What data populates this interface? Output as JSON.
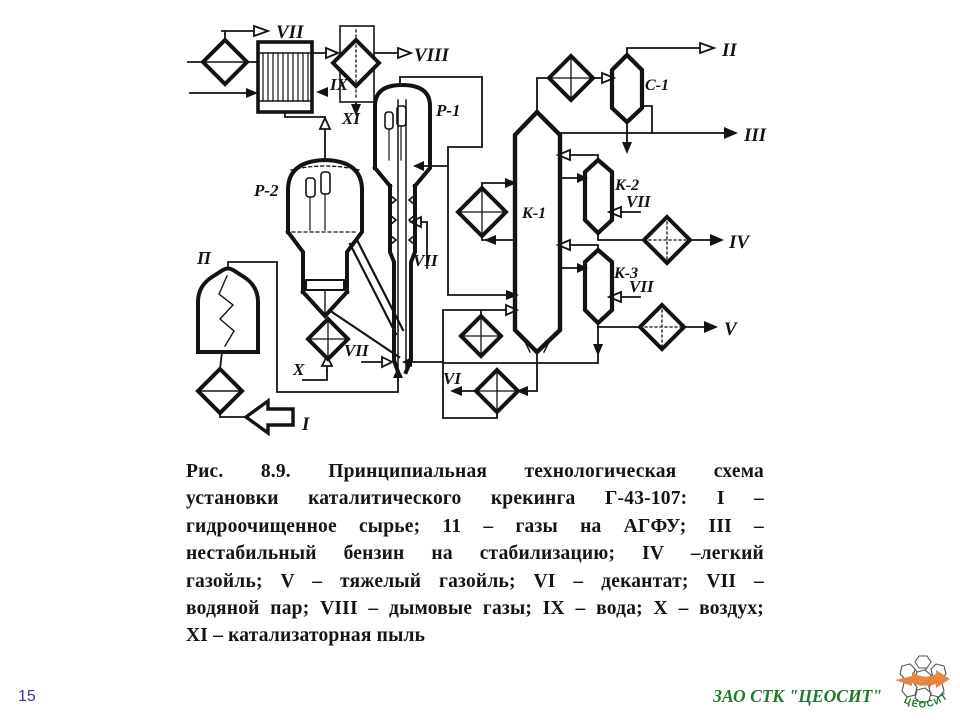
{
  "slide": {
    "page_number": "15",
    "footer": "ЗАО СТК \"ЦЕОСИТ\"",
    "logo_text": "ЦЕОСИТ"
  },
  "colors": {
    "ink": "#131313",
    "page_number_blue": "#2b3da0",
    "footer_green": "#1c7a2e",
    "logo_orange": "#e8823b"
  },
  "diagram": {
    "labels": {
      "vii_top": "VII",
      "viii": "VIII",
      "ix": "IX",
      "xi": "XI",
      "r1": "Р-1",
      "r2": "Р-2",
      "furnace": "П",
      "x_air": "X",
      "vii_riser": "VII",
      "i_feed": "I",
      "vii_p1": "VII",
      "k1": "К-1",
      "c1": "С-1",
      "k2": "К-2",
      "k3": "К-3",
      "vii_k2": "VII",
      "vii_k3": "VII",
      "ii": "II",
      "iii": "III",
      "iv": "IV",
      "v": "V",
      "vi": "VI"
    }
  },
  "caption": {
    "lines": [
      "Рис. 8.9. Принципиальная технологическая схема",
      "установки каталитического крекинга Г-43-107: I –",
      "гидроочищенное сырье; 11 – газы на АГФУ; III –",
      "нестабильный бензин на стабилизацию; IV –легкий",
      "газойль; V – тяжелый газойль; VI – декантат; VII –",
      "водяной пар; VIII – дымовые газы; IX – вода; X – воздух;",
      "XI – катализаторная пыль"
    ]
  }
}
